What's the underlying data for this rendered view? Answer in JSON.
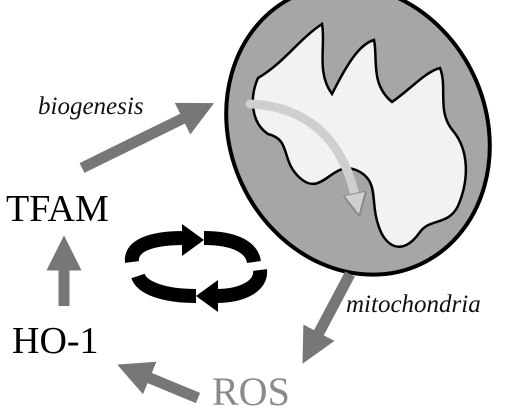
{
  "labels": {
    "biogenesis": "biogenesis",
    "tfam": "TFAM",
    "ho1": "HO-1",
    "ros": "ROS",
    "mitochondria": "mitochondria"
  },
  "colors": {
    "arrow": "#777777",
    "ros_text": "#8a8a8a",
    "mito_outer": "#a6a6a6",
    "mito_inner": "#f2f2f2",
    "cycle_arrows": "#000000"
  },
  "icons": {
    "cycle": "circular-arrows-icon",
    "organelle": "mitochondrion-icon"
  }
}
